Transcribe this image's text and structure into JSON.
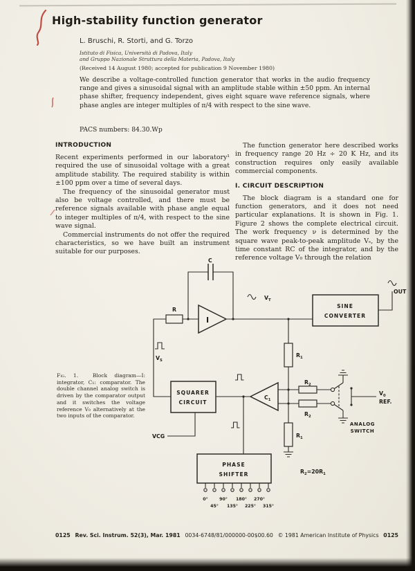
{
  "header": {
    "title": "High-stability function generator",
    "authors": "L. Bruschi, R. Storti, and G. Torzo",
    "affiliation_line1": "Istituto di Fisica, Università di Padova, Italy",
    "affiliation_line2": "and Gruppo Nazionale Struttura della Materia, Padova, Italy",
    "received": "(Received 14 August 1980; accepted for publication 9 November 1980)",
    "abstract": "We describe a voltage-controlled function generator that works in the audio frequency range and gives a sinusoidal signal with an amplitude stable within ±50 ppm. An internal phase shifter, frequency independent, gives eight square wave reference signals, where phase angles are integer multiples of π/4 with respect to the sine wave.",
    "pacs": "PACS numbers: 84.30.Wp"
  },
  "intro": {
    "heading": "INTRODUCTION",
    "p1": "Recent experiments performed in our laboratory¹ required the use of sinusoidal voltage with a great amplitude stability. The required stability is within ±100 ppm over a time of several days.",
    "p2": "The frequency of the sinusoidal generator must also be voltage controlled, and there must be reference signals available with phase angle equal to integer multiples of π/4, with respect to the sine wave signal.",
    "p3": "Commercial instruments do not offer the required characteristics, so we have built an instrument suitable for our purposes."
  },
  "circuit": {
    "p0": "The function generator here described works in frequency range 20 Hz ÷ 20 K Hz, and its construction requires only easily available commercial components.",
    "heading": "I. CIRCUIT DESCRIPTION",
    "p1": "The block diagram is a standard one for function generators, and it does not need particular explanations. It is shown in Fig. 1. Figure 2 shows the complete electrical circuit. The work frequency ν is determined by the square wave peak-to-peak amplitude Vₛ, by the time constant RC of the integrator, and by the reference voltage V₀ through the relation"
  },
  "figure": {
    "caption_tag": "Fig. 1.",
    "caption": "Block diagram—I: integrator, C₁: comparator. The double channel analog switch is driven by the comparator output and it switches the voltage reference V₀ alternatively at the two inputs of the comparator.",
    "labels": {
      "c": "C",
      "r": "R",
      "i": "I",
      "v": "V",
      "sub_t": "T",
      "sub_s": "S",
      "sub_0": "0",
      "ref": "REF.",
      "c1_base": "C",
      "c1_sub": "1",
      "r_base": "R",
      "r1_sub": "1",
      "r2_sub": "2",
      "sine1": "SINE",
      "sine2": "CONVERTER",
      "out": "OUT",
      "squarer1": "SQUARER",
      "squarer2": "CIRCUIT",
      "analog1": "ANALOG",
      "analog2": "SWITCH",
      "vcg": "VCG",
      "phase1": "PHASE",
      "phase2": "SHIFTER",
      "req_c": "=20R",
      "deg": [
        "0°",
        "45°",
        "90°",
        "135°",
        "180°",
        "225°",
        "270°",
        "315°"
      ]
    }
  },
  "footer": {
    "page_left": "0125",
    "journal": "Rev. Sci. Instrum. 52(3), Mar. 1981",
    "issn": "0034-6748/81/000000-00$00.60",
    "copyright": "© 1981 American Institute of Physics",
    "page_right": "0125"
  }
}
